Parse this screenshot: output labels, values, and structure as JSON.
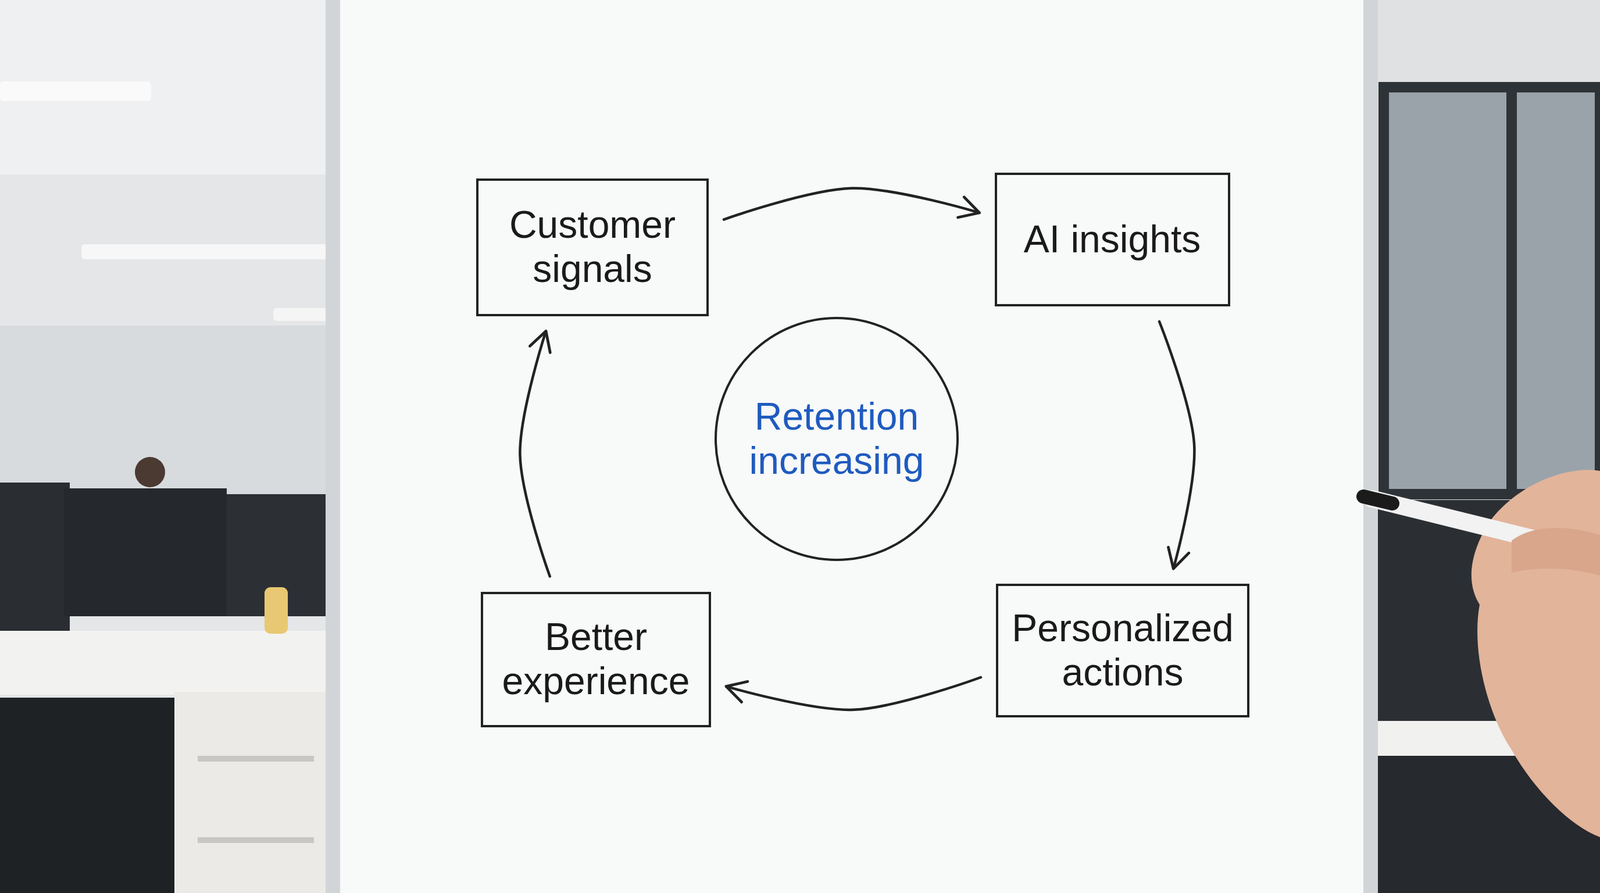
{
  "diagram": {
    "nodes": [
      {
        "text": [
          "Customer signals"
        ]
      },
      {
        "text": [
          "AI insights"
        ]
      },
      {
        "text": [
          "Retention increasing"
        ]
      },
      {
        "text": [
          "Better experience"
        ]
      },
      {
        "text": [
          "Personalized actions"
        ]
      }
    ],
    "edges": [
      {
        "from": 0,
        "to": 1,
        "arrow": "to"
      },
      {
        "from": 1,
        "to": 4,
        "arrow": "to"
      },
      {
        "from": 4,
        "to": 3,
        "arrow": "to"
      },
      {
        "from": 3,
        "to": 0,
        "arrow": "to"
      }
    ]
  }
}
